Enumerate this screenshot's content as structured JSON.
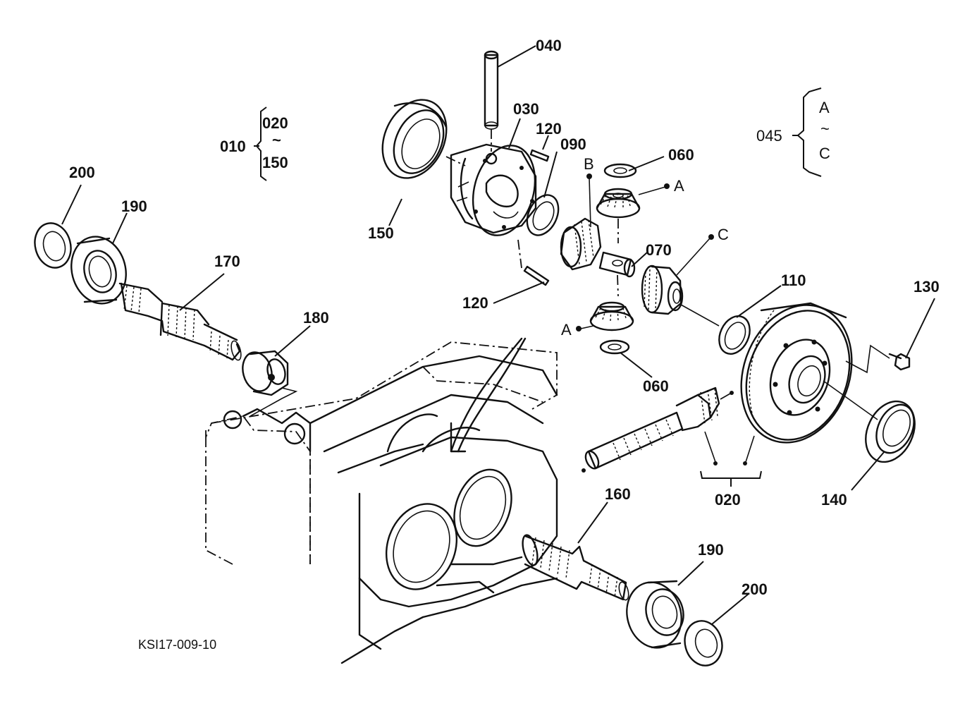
{
  "drawing_code": "KSI17-009-10",
  "callouts": {
    "p040": "040",
    "p030": "030",
    "p120_top": "120",
    "p090": "090",
    "p060_top": "060",
    "p060_bottom": "060",
    "p150": "150",
    "p070": "070",
    "p120_bottom": "120",
    "p110": "110",
    "p130": "130",
    "p140": "140",
    "p020": "020",
    "p160": "160",
    "p170": "170",
    "p180": "180",
    "p190_left": "190",
    "p190_right": "190",
    "p200_left": "200",
    "p200_right": "200"
  },
  "group_010": {
    "parent": "010",
    "from": "020",
    "tilde": "~",
    "to": "150"
  },
  "group_045": {
    "parent": "045",
    "from": "A",
    "tilde": "~",
    "to": "C"
  },
  "ref_letters": {
    "b": "B",
    "a_top": "A",
    "c": "C",
    "a_bottom": "A"
  }
}
